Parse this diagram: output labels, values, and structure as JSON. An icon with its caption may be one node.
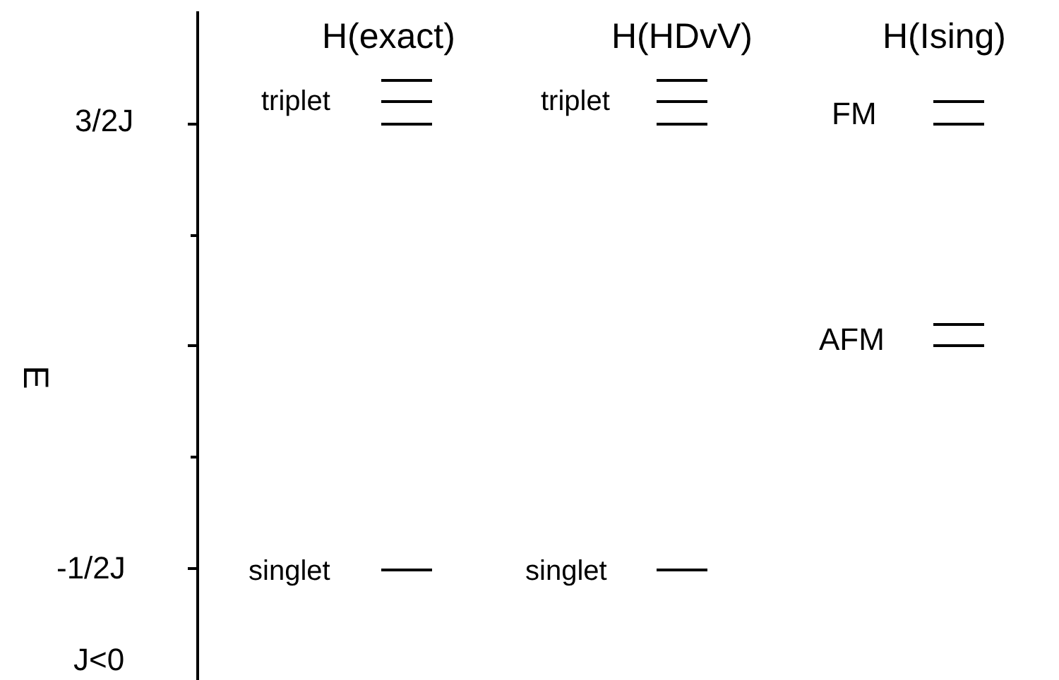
{
  "diagram": {
    "labels": [
      "H(exact)",
      "H(HDvV)",
      "H(Ising)",
      "triplet",
      "triplet",
      "3/2J",
      "FM",
      "AFM",
      "E",
      "-1/2J",
      "singlet",
      "singlet",
      "J<0"
    ]
  }
}
